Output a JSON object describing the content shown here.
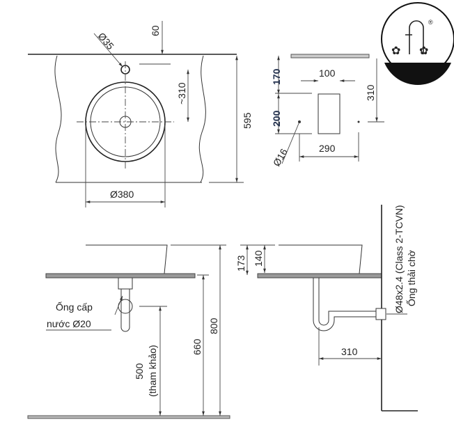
{
  "top_view": {
    "hole_dia": "Ø35",
    "dim_60": "60",
    "dim_310": "~310",
    "dim_595": "595",
    "basin_dia": "Ø380"
  },
  "side_view": {
    "dim_170": "170",
    "dim_200": "200",
    "dim_100": "100",
    "dim_290": "290",
    "dim_310": "310",
    "hole_dia": "Ø16"
  },
  "front_left": {
    "supply_line1": "Ống cấp",
    "supply_line2": "nước Ø20",
    "dim_500": "500",
    "dim_500_note": "(tham khảo)",
    "dim_660": "660",
    "dim_800": "800"
  },
  "front_right": {
    "dim_173": "173",
    "dim_140": "140",
    "dim_310": "310",
    "drain_spec": "Ø48x2.4 (Class 2-TCVN)",
    "drain_label": "Ống thải chờ"
  },
  "logo": {
    "registered": "®"
  }
}
